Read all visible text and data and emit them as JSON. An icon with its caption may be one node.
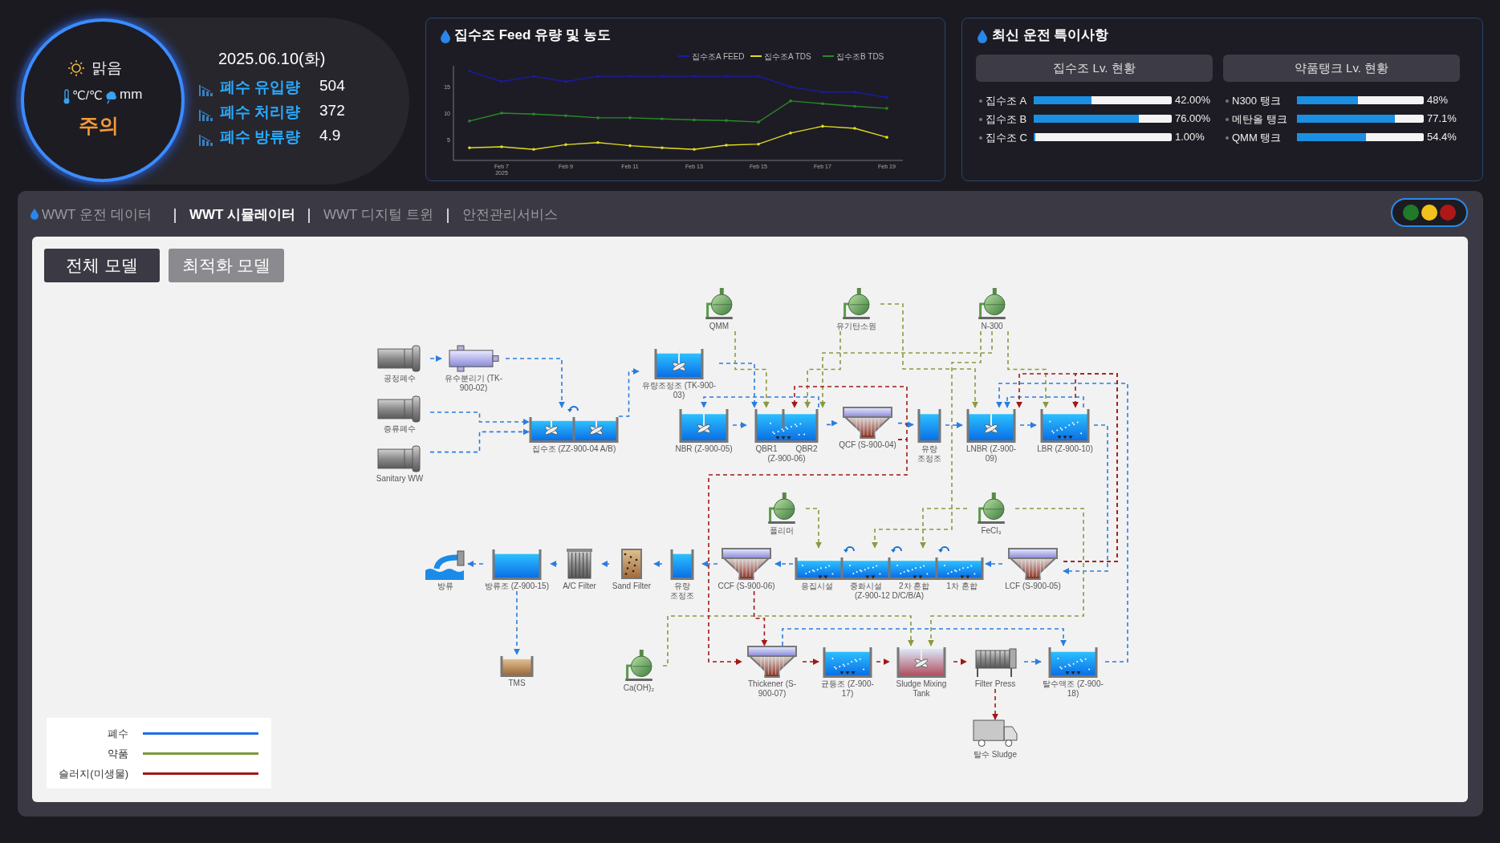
{
  "diagram": {
    "nodes": [
      {
        "text": [
          "공정폐수"
        ]
      },
      {
        "text": [
          "유수분리기 (TK-900-02)"
        ]
      },
      {
        "text": [
          "증류폐수"
        ]
      },
      {
        "text": [
          "Sanitary WW"
        ]
      },
      {
        "text": [
          "집수조 (ZZ-900-04 A/B)"
        ]
      },
      {
        "text": [
          "유량조정조 (TK-900-03)"
        ]
      },
      {
        "text": [
          "NBR (Z-900-05)"
        ]
      },
      {
        "text": [
          "QBR1",
          "QBR2",
          "(Z-900-06)"
        ]
      },
      {
        "text": [
          "QCF (S-900-04)"
        ]
      },
      {
        "text": [
          "유량 조정조"
        ]
      },
      {
        "text": [
          "LNBR (Z-900-09)"
        ]
      },
      {
        "text": [
          "LBR (Z-900-10)"
        ]
      },
      {
        "text": [
          "QMM"
        ]
      },
      {
        "text": [
          "유기탄소원"
        ]
      },
      {
        "text": [
          "N-300"
        ]
      },
      {
        "text": [
          "폴리머"
        ]
      },
      {
        "text": [
          "FeCl₃"
        ]
      },
      {
        "text": [
          "LCF (S-900-05)"
        ]
      },
      {
        "text": [
          "응집시설",
          "중화시설",
          "2차 혼합",
          "1차 혼합",
          "(Z-900-12 D/C/B/A)"
        ]
      },
      {
        "text": [
          "CCF (S-900-06)"
        ]
      },
      {
        "text": [
          "유량 조정조"
        ]
      },
      {
        "text": [
          "Sand Filter"
        ]
      },
      {
        "text": [
          "A/C Filter"
        ]
      },
      {
        "text": [
          "방류조 (Z-900-15)"
        ]
      },
      {
        "text": [
          "방류"
        ]
      },
      {
        "text": [
          "TMS"
        ]
      },
      {
        "text": [
          "Ca(OH)₂"
        ]
      },
      {
        "text": [
          "Thickener (S-900-07)"
        ]
      },
      {
        "text": [
          "균등조 (Z-900-17)"
        ]
      },
      {
        "text": [
          "Sludge Mixing Tank"
        ]
      },
      {
        "text": [
          "Filter Press"
        ]
      },
      {
        "text": [
          "탈수액조 (Z-900-18)"
        ]
      },
      {
        "text": [
          "탈수 Sludge"
        ]
      }
    ],
    "edges": [
      {
        "from": 0,
        "to": 1,
        "arrow": "to",
        "style": "dashed"
      },
      {
        "from": 1,
        "to": 4,
        "arrow": "to",
        "style": "dashed"
      },
      {
        "from": 2,
        "to": 4,
        "arrow": "to",
        "style": "dashed"
      },
      {
        "from": 3,
        "to": 4,
        "arrow": "to",
        "style": "dashed"
      },
      {
        "from": 4,
        "to": 5,
        "arrow": "to",
        "style": "dashed"
      },
      {
        "from": 5,
        "to": 7,
        "arrow": "to",
        "style": "dashed"
      },
      {
        "from": 6,
        "to": 7,
        "arrow": "to",
        "style": "dashed"
      },
      {
        "from": 7,
        "to": 6,
        "arrow": "to",
        "style": "dashed"
      },
      {
        "from": 7,
        "to": 8,
        "arrow": "to",
        "style": "dashed"
      },
      {
        "from": 8,
        "to": 9,
        "arrow": "to",
        "style": "dashed"
      },
      {
        "from": 9,
        "to": 10,
        "arrow": "to",
        "style": "dashed"
      },
      {
        "from": 10,
        "to": 11,
        "arrow": "to",
        "style": "dashed"
      },
      {
        "from": 11,
        "to": 10,
        "arrow": "to",
        "style": "dashed"
      },
      {
        "from": 11,
        "to": 17,
        "arrow": "to",
        "style": "dashed"
      },
      {
        "from": 17,
        "to": 18,
        "arrow": "to",
        "style": "dashed"
      },
      {
        "from": 18,
        "to": 19,
        "arrow": "to",
        "style": "dashed"
      },
      {
        "from": 19,
        "to": 20,
        "arrow": "to",
        "style": "dashed"
      },
      {
        "from": 20,
        "to": 21,
        "arrow": "to",
        "style": "dashed"
      },
      {
        "from": 21,
        "to": 22,
        "arrow": "to",
        "style": "dashed"
      },
      {
        "from": 22,
        "to": 23,
        "arrow": "to",
        "style": "dashed"
      },
      {
        "from": 23,
        "to": 24,
        "arrow": "to",
        "style": "dashed"
      },
      {
        "from": 23,
        "to": 25,
        "arrow": "to",
        "style": "dashed"
      },
      {
        "from": 31,
        "to": 10,
        "arrow": "to",
        "style": "dashed"
      },
      {
        "from": 27,
        "to": 31,
        "arrow": "to",
        "style": "dashed"
      },
      {
        "from": 30,
        "to": 31,
        "arrow": "to",
        "style": "dashed"
      },
      {
        "from": 12,
        "to": 7,
        "arrow": "to",
        "style": "dashed",
        "color": "#8a9a40"
      },
      {
        "from": 13,
        "to": 7,
        "arrow": "to",
        "style": "dashed",
        "color": "#8a9a40"
      },
      {
        "from": 13,
        "to": 10,
        "arrow": "to",
        "style": "dashed",
        "color": "#8a9a40"
      },
      {
        "from": 14,
        "to": 7,
        "arrow": "to",
        "style": "dashed",
        "color": "#8a9a40"
      },
      {
        "from": 14,
        "to": 11,
        "arrow": "to",
        "style": "dashed",
        "color": "#8a9a40"
      },
      {
        "from": 14,
        "to": 18,
        "arrow": "to",
        "style": "dashed",
        "color": "#8a9a40"
      },
      {
        "from": 15,
        "to": 18,
        "arrow": "to",
        "style": "dashed",
        "color": "#8a9a40"
      },
      {
        "from": 16,
        "to": 18,
        "arrow": "to",
        "style": "dashed",
        "color": "#8a9a40"
      },
      {
        "from": 16,
        "to": 29,
        "arrow": "to",
        "style": "dashed",
        "color": "#8a9a40"
      },
      {
        "from": 26,
        "to": 29,
        "arrow": "to",
        "style": "dashed",
        "color": "#8a9a40"
      },
      {
        "from": 8,
        "to": 7,
        "arrow": "to",
        "style": "dashed",
        "color": "#a01818"
      },
      {
        "from": 8,
        "to": 27,
        "arrow": "to",
        "style": "dashed",
        "color": "#a01818"
      },
      {
        "from": 19,
        "to": 27,
        "arrow": "to",
        "style": "dashed",
        "color": "#a01818"
      },
      {
        "from": 17,
        "to": 10,
        "arrow": "to",
        "style": "dashed",
        "color": "#a01818"
      },
      {
        "from": 17,
        "to": 11,
        "arrow": "to",
        "style": "dashed",
        "color": "#a01818"
      },
      {
        "from": 27,
        "to": 28,
        "arrow": "to",
        "style": "dashed",
        "color": "#a01818"
      },
      {
        "from": 28,
        "to": 29,
        "arrow": "to",
        "style": "dashed",
        "color": "#a01818"
      },
      {
        "from": 29,
        "to": 30,
        "arrow": "to",
        "style": "dashed",
        "color": "#a01818"
      },
      {
        "from": 30,
        "to": 32,
        "arrow": "to",
        "style": "dashed",
        "color": "#a01818"
      }
    ],
    "labels": [
      "맑음",
      "℃/℃",
      "mm",
      "주의",
      "2025.06.10(화)",
      "폐수 유입량",
      "504",
      "폐수 처리량",
      "372",
      "폐수 방류량",
      "4.9",
      "최신 운전 특이사항",
      "집수조 Lv. 현황",
      "약품탱크 Lv. 현황",
      "집수조 A",
      "42.00%",
      "N300 탱크",
      "48%",
      "집수조 B",
      "76.00%",
      "메탄올 탱크",
      "77.1%",
      "집수조 C",
      "1.00%",
      "QMM 탱크",
      "54.4%",
      "WWT 운전 데이터",
      "WWT 시뮬레이터",
      "WWT 디지털 트윈",
      "안전관리서비스",
      "전체 모델",
      "최적화 모델"
    ],
    "legend": [
      {
        "text": "폐수",
        "color": "#1e6fe0"
      },
      {
        "text": "약품",
        "color": "#7a9a3a"
      },
      {
        "text": "슬러지(미생물)",
        "color": "#a01818"
      }
    ],
    "chart_data": {
      "type": "line",
      "title": "집수조 Feed 유량 및 농도",
      "categories": [
        null,
        "Feb 7",
        null,
        "Feb 9",
        null,
        "Feb 11",
        null,
        "Feb 13",
        null,
        "Feb 15",
        null,
        "Feb 17",
        null,
        "Feb 19"
      ],
      "yticks": [
        5,
        10,
        15
      ],
      "ylim": [
        1,
        19
      ],
      "annotations": [
        "2025"
      ],
      "legend": "top-right",
      "series": [
        {
          "name": "집수조A FEED",
          "color": "#1a1aa8",
          "values": [
            18,
            16,
            17,
            16,
            17,
            17,
            17,
            17,
            17,
            17,
            15,
            14,
            14,
            13
          ]
        },
        {
          "name": "집수조A TDS",
          "color": "#e0dc20",
          "values": [
            3.4,
            3.6,
            3.1,
            4.0,
            4.4,
            3.8,
            3.4,
            3.1,
            3.9,
            4.1,
            6.2,
            7.5,
            7.1,
            5.4
          ]
        },
        {
          "name": "집수조B TDS",
          "color": "#2a8a2a",
          "values": [
            8.5,
            10,
            9.8,
            9.5,
            9.1,
            9.1,
            8.9,
            8.7,
            8.6,
            8.3,
            12.3,
            11.8,
            11.3,
            10.9
          ]
        }
      ]
    }
  }
}
